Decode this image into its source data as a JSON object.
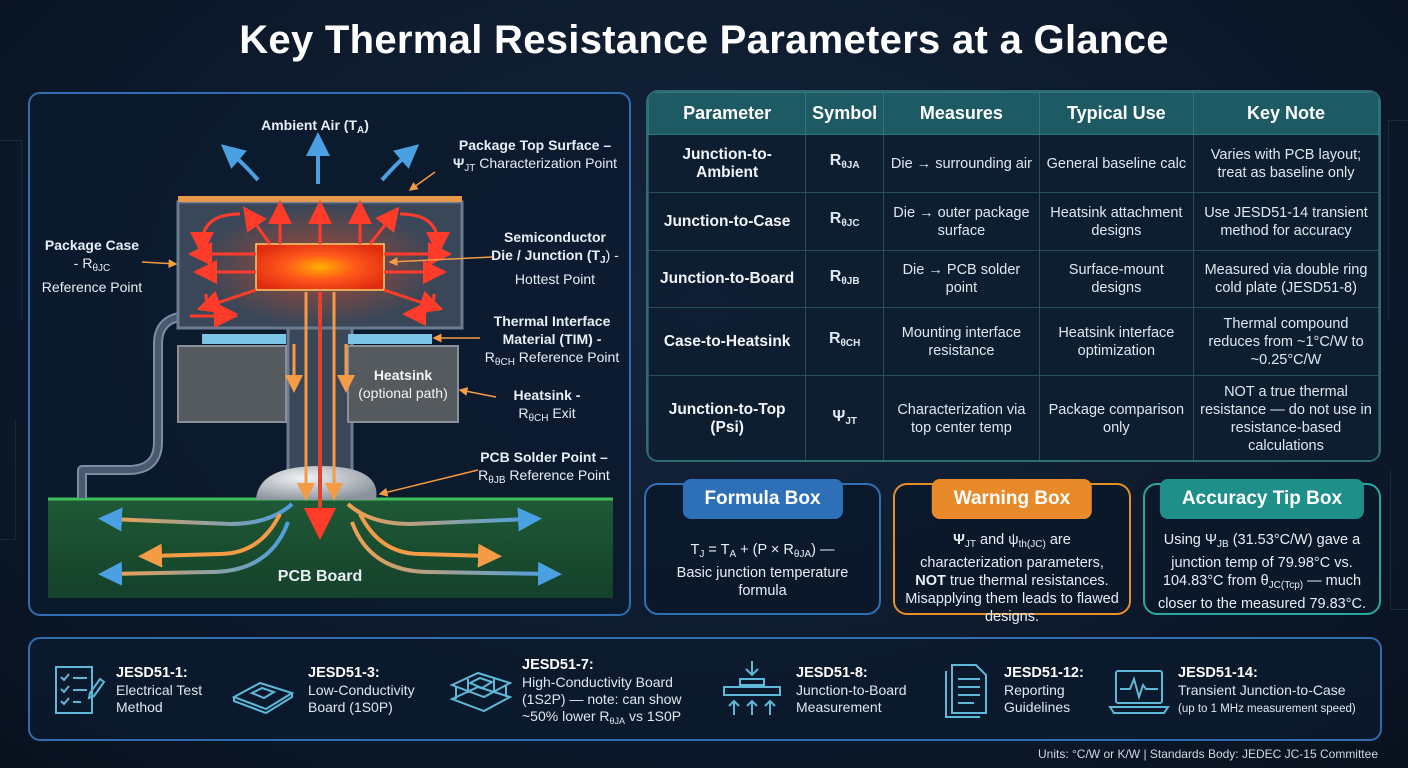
{
  "title": "Key Thermal Resistance Parameters at a Glance",
  "diagram": {
    "ambient_air": "Ambient Air (T",
    "ambient_air_sub": "A",
    "ambient_air_end": ")",
    "pkg_top_1": "Package Top Surface –",
    "pkg_top_psi": "Ψ",
    "pkg_top_psi_sub": "JT",
    "pkg_top_2": " Characterization Point",
    "pkg_case_1": "Package Case",
    "pkg_case_2": "- R",
    "pkg_case_sub": "θJC",
    "pkg_case_3": "Reference Point",
    "die_1": "Semiconductor",
    "die_2": "Die / Junction (T",
    "die_sub": "J",
    "die_3": ") -",
    "die_4": "Hottest Point",
    "tim_1": "Thermal Interface",
    "tim_2": "Material (TIM) -",
    "tim_3": "R",
    "tim_sub": "θCH",
    "tim_4": " Reference Point",
    "hs_inner_1": "Heatsink",
    "hs_inner_2": "(optional path)",
    "hs_1": "Heatsink -",
    "hs_2": "R",
    "hs_sub": "θCH",
    "hs_3": " Exit",
    "pcb_sp_1": "PCB Solder Point –",
    "pcb_sp_2": "R",
    "pcb_sp_sub": "θJB",
    "pcb_sp_3": " Reference Point",
    "pcb_board": "PCB Board"
  },
  "table": {
    "headers": [
      "Parameter",
      "Symbol",
      "Measures",
      "Typical Use",
      "Key Note"
    ],
    "rows": [
      {
        "param": "Junction-to-Ambient",
        "sym": "R",
        "sym_sub": "θJA",
        "measures": "Die → surrounding air",
        "use": "General baseline calc",
        "note": "Varies with PCB layout; treat as baseline only"
      },
      {
        "param": "Junction-to-Case",
        "sym": "R",
        "sym_sub": "θJC",
        "measures": "Die → outer package surface",
        "use": "Heatsink attachment designs",
        "note": "Use JESD51-14 transient method for accuracy"
      },
      {
        "param": "Junction-to-Board",
        "sym": "R",
        "sym_sub": "θJB",
        "measures": "Die → PCB solder point",
        "use": "Surface-mount designs",
        "note": "Measured via double ring cold plate (JESD51-8)"
      },
      {
        "param": "Case-to-Heatsink",
        "sym": "R",
        "sym_sub": "θCH",
        "measures": "Mounting interface resistance",
        "use": "Heatsink interface optimization",
        "note": "Thermal compound reduces from ~1°C/W to ~0.25°C/W"
      },
      {
        "param": "Junction-to-Top (Psi)",
        "sym": "Ψ",
        "sym_sub": "JT",
        "measures": "Characterization via top center temp",
        "use": "Package comparison only",
        "note": "NOT a true thermal resistance — do not use in resistance-based calculations"
      }
    ]
  },
  "formula_box": {
    "title": "Formula Box",
    "line1_a": "T",
    "line1_a_sub": "J",
    "line1_b": " = T",
    "line1_b_sub": "A",
    "line1_c": " + (P × R",
    "line1_c_sub": "θJA",
    "line1_d": ") —",
    "line2": "Basic junction temperature formula"
  },
  "warning_box": {
    "title": "Warning Box",
    "psi1": "Ψ",
    "psi1_sub": "JT",
    "and": " and ψ",
    "psi2_sub": "th(JC)",
    "rest1": " are characterization parameters, ",
    "not": "NOT",
    "rest2": " true thermal resistances. Misapplying them leads to flawed designs."
  },
  "tip_box": {
    "title": "Accuracy Tip Box",
    "a": "Using Ψ",
    "a_sub": "JB",
    "b": " (31.53°C/W) gave a junction temp of 79.98°C vs. 104.83°C from θ",
    "b_sub": "JC(Tcp)",
    "c": " — much closer to the measured 79.83°C."
  },
  "standards": [
    {
      "code": "JESD51-1:",
      "l1": "Electrical Test",
      "l2": "Method",
      "icon": "checklist-icon"
    },
    {
      "code": "JESD51-3:",
      "l1": "Low-Conductivity",
      "l2": "Board (1S0P)",
      "icon": "board-icon"
    },
    {
      "code": "JESD51-7:",
      "l1": "High-Conductivity Board",
      "l2": "(1S2P) — note: can show",
      "l3a": "~50% lower R",
      "l3sub": "θJA",
      "l3b": " vs 1S0P",
      "icon": "stacked-board-icon"
    },
    {
      "code": "JESD51-8:",
      "l1": "Junction-to-Board",
      "l2": "Measurement",
      "icon": "cold-plate-icon"
    },
    {
      "code": "JESD51-12:",
      "l1": "Reporting",
      "l2": "Guidelines",
      "icon": "document-icon"
    },
    {
      "code": "JESD51-14:",
      "l1": "Transient Junction-to-Case",
      "l2": "(up to 1 MHz measurement speed)",
      "icon": "laptop-waveform-icon"
    }
  ],
  "footer": "Units: °C/W or K/W  |  Standards Body: JEDEC JC-15 Committee"
}
